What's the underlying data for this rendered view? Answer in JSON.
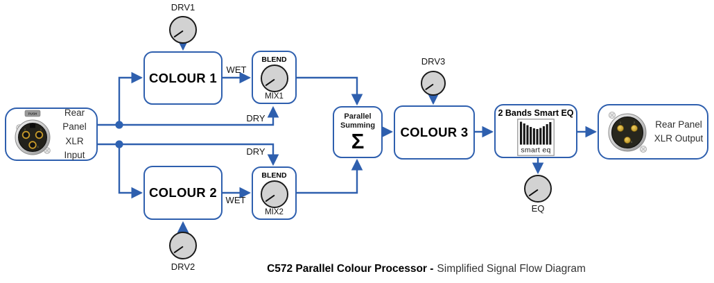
{
  "colors": {
    "accent_blue": "#2e5fae",
    "knob_fill": "#d2d2d2",
    "knob_border": "#1a1a1a",
    "gold_pin": "#d9a92c"
  },
  "input_box": {
    "line1": "Rear Panel",
    "line2": "XLR Input",
    "push_label": "PUSH",
    "pins": [
      "2",
      "1",
      "3"
    ]
  },
  "output_box": {
    "line1": "Rear Panel",
    "line2": "XLR Output",
    "pins": [
      "1",
      "2",
      "3"
    ]
  },
  "knobs": {
    "drv1": "DRV1",
    "drv2": "DRV2",
    "drv3": "DRV3",
    "eq": "EQ"
  },
  "blocks": {
    "colour1": "COLOUR 1",
    "colour2": "COLOUR 2",
    "colour3": "COLOUR 3",
    "blend1_title": "BLEND",
    "blend1_sub": "MIX1",
    "blend2_title": "BLEND",
    "blend2_sub": "MIX2",
    "summing_line1": "Parallel",
    "summing_line2": "Summing",
    "summing_symbol": "Σ",
    "smart_eq_title": "2 Bands Smart EQ",
    "smart_eq_logo": "smart eq"
  },
  "wire_labels": {
    "wet1": "WET",
    "dry1": "DRY",
    "wet2": "WET",
    "dry2": "DRY"
  },
  "caption": {
    "bold": "C572 Parallel Colour Processor -",
    "regular": "Simplified Signal Flow Diagram"
  }
}
